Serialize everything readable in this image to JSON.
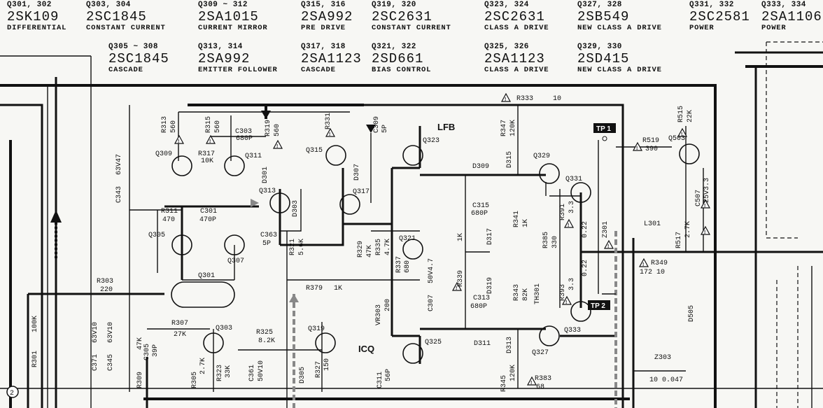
{
  "transistors": [
    {
      "ids": "Q301, 302",
      "part": "2SK109",
      "role": "DIFFERENTIAL"
    },
    {
      "ids": "Q303, 304",
      "part": "2SC1845",
      "role": "CONSTANT CURRENT"
    },
    {
      "ids": "Q305 ~ 308",
      "part": "2SC1845",
      "role": "CASCADE"
    },
    {
      "ids": "Q309 ~ 312",
      "part": "2SA1015",
      "role": "CURRENT MIRROR"
    },
    {
      "ids": "Q313, 314",
      "part": "2SA992",
      "role": "EMITTER FOLLOWER"
    },
    {
      "ids": "Q315, 316",
      "part": "2SA992",
      "role": "PRE DRIVE"
    },
    {
      "ids": "Q317, 318",
      "part": "2SA1123",
      "role": "CASCADE"
    },
    {
      "ids": "Q319, 320",
      "part": "2SC2631",
      "role": "CONSTANT CURRENT"
    },
    {
      "ids": "Q321, 322",
      "part": "2SD661",
      "role": "BIAS CONTROL"
    },
    {
      "ids": "Q323, 324",
      "part": "2SC2631",
      "role": "CLASS A DRIVE"
    },
    {
      "ids": "Q325, 326",
      "part": "2SA1123",
      "role": "CLASS A DRIVE"
    },
    {
      "ids": "Q327, 328",
      "part": "2SB549",
      "role": "NEW CLASS A DRIVE"
    },
    {
      "ids": "Q329, 330",
      "part": "2SD415",
      "role": "NEW CLASS A DRIVE"
    },
    {
      "ids": "Q331, 332",
      "part": "2SC2581",
      "role": "POWER"
    },
    {
      "ids": "Q333, 334",
      "part": "2SA1106",
      "role": "POWER"
    }
  ],
  "components": {
    "q309": "Q309",
    "q311": "Q311",
    "q313": "Q313",
    "q315": "Q315",
    "q317": "Q317",
    "q323": "Q323",
    "q329": "Q329",
    "q331": "Q331",
    "q305": "Q305",
    "q307": "Q307",
    "q301": "Q301",
    "q303": "Q303",
    "q319": "Q319",
    "q321": "Q321",
    "q325": "Q325",
    "q327": "Q327",
    "q333": "Q333",
    "q503": "Q503",
    "r313": "R313",
    "r313v": "560",
    "r315": "R315",
    "r315v": "560",
    "r317": "R317",
    "r317v": "10K",
    "c303": "C303",
    "c303v": "680P",
    "r319": "R319",
    "r319v": "560",
    "r331": "R331",
    "c309": "C309",
    "c309v": "5P",
    "lfb": "LFB",
    "r333": "R333",
    "r333v": "10",
    "r347": "R347",
    "r347v": "120K",
    "d315": "D315",
    "d309": "D309",
    "d301": "D301",
    "d303": "D303",
    "d307": "D307",
    "r515": "R515",
    "r515v": "22K",
    "r519": "R519",
    "r519v": "390",
    "tp1": "TP 1",
    "c343": "C343",
    "c343v": "63V47",
    "r311": "R311",
    "r311v": "470",
    "c301": "C301",
    "c301v": "470P",
    "c363": "C363",
    "c363v": "5P",
    "r321": "R321",
    "r321v": "5.6K",
    "r329": "R329",
    "r329v": "47K",
    "r335": "R335",
    "r335v": "4.7K",
    "c315": "C315",
    "c315v": "680P",
    "r341": "R341",
    "r341v": "1K",
    "r339": "R339",
    "r339v": "1K",
    "d317": "D317",
    "r385": "R385",
    "r385v": "330",
    "r337": "R337",
    "r337v": "680",
    "c507": "C507",
    "c507v": "25V3.3",
    "l301": "L301",
    "r517": "R517",
    "r517v": "2.7K",
    "r349": "R349",
    "r349v": "10",
    "r349n": "172",
    "z301": "Z301",
    "r391": "R391",
    "r391v": "3.3",
    "r393": "R393",
    "r393v": "3.3",
    "r022a": "0.22",
    "r022b": "0.22",
    "r303": "R303",
    "r303v": "220",
    "r379": "R379",
    "r379v": "1K",
    "c307": "C307",
    "c307v": "50V4.7",
    "d319": "D319",
    "c313": "C313",
    "c313v": "680P",
    "r343": "R343",
    "r343v": "82K",
    "th301": "TH301",
    "tp2": "TP 2",
    "vr303": "VR303",
    "vr303v": "200",
    "icq": "ICQ",
    "r301": "R301",
    "r301v": "100K",
    "c371": "C371",
    "c371v": "63V10",
    "c345": "C345",
    "c345v": "63V10",
    "r309": "R309",
    "r309v": "47K",
    "c305": "C305",
    "c305v": "39P",
    "r307": "R307",
    "r307v": "27K",
    "r325": "R325",
    "r325v": "8.2K",
    "r305": "R305",
    "r305v": "2.7K",
    "r323": "R323",
    "r323v": "33K",
    "c361": "C361",
    "c361v": "50V10",
    "d305": "D305",
    "r327": "R327",
    "r327v": "150",
    "c311": "C311",
    "c311v": "56P",
    "d311": "D311",
    "d313": "D313",
    "r345": "R345",
    "r345v": "120K",
    "r383": "R383",
    "r383v": "68",
    "d505": "D505",
    "z303": "Z303",
    "z303v": "10 0.047",
    "node2": "2"
  }
}
